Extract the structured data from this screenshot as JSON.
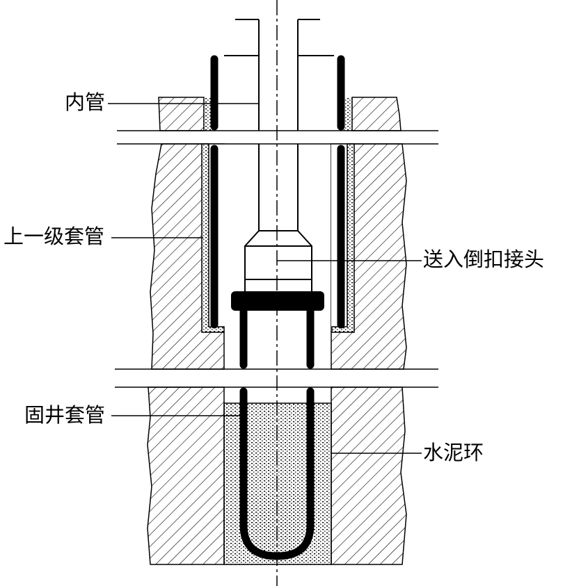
{
  "labels": {
    "inner_pipe": "内管",
    "upper_casing": "上一级套管",
    "running_joint": "送入倒扣接头",
    "cementing_casing": "固井套管",
    "cement_ring": "水泥环"
  },
  "colors": {
    "line": "#000000",
    "background": "#ffffff"
  }
}
